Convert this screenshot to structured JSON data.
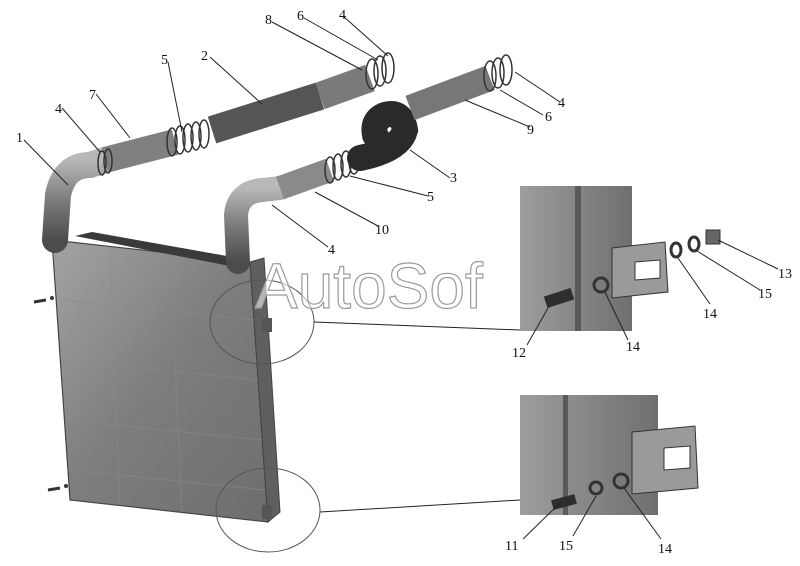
{
  "watermark": "AutoSof",
  "callouts": {
    "c1": "1",
    "c2": "2",
    "c3": "3",
    "c4a": "4",
    "c4b": "4",
    "c4c": "4",
    "c4d": "4",
    "c5a": "5",
    "c5b": "5",
    "c6a": "6",
    "c6b": "6",
    "c7": "7",
    "c8": "8",
    "c9": "9",
    "c10": "10",
    "c11": "11",
    "c12": "12",
    "c13": "13",
    "c14a": "14",
    "c14b": "14",
    "c14c": "14",
    "c15a": "15",
    "c15b": "15"
  },
  "colors": {
    "body": "#8e8e8e",
    "body_dark": "#5c5c5c",
    "hose": "#7a7a7a",
    "hose_dark": "#2e2e2e",
    "line": "#222222"
  }
}
